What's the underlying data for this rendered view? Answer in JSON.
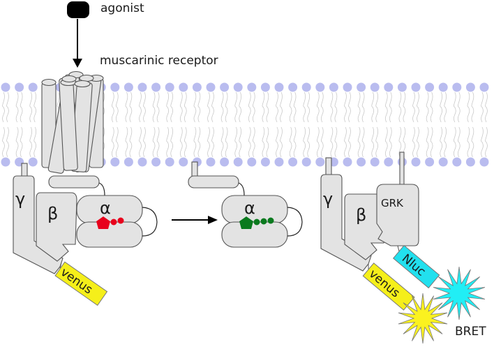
{
  "labels": {
    "agonist": "agonist",
    "receptor": "muscarinic receptor",
    "bret": "BRET"
  },
  "subunits": {
    "gamma": "γ",
    "beta": "β",
    "alpha": "α",
    "grk": "GRK"
  },
  "tags": {
    "venus": "venus",
    "nluc": "Nluc"
  },
  "colors": {
    "membrane_head": "#b9bcef",
    "protein_fill": "#e3e3e3",
    "gdp": "#e8001c",
    "gtp": "#0a7a1e",
    "venus": "#f5ef1a",
    "nluc": "#22e0ee",
    "venus_burst": "#fbf21f",
    "nluc_burst": "#21eef5"
  }
}
